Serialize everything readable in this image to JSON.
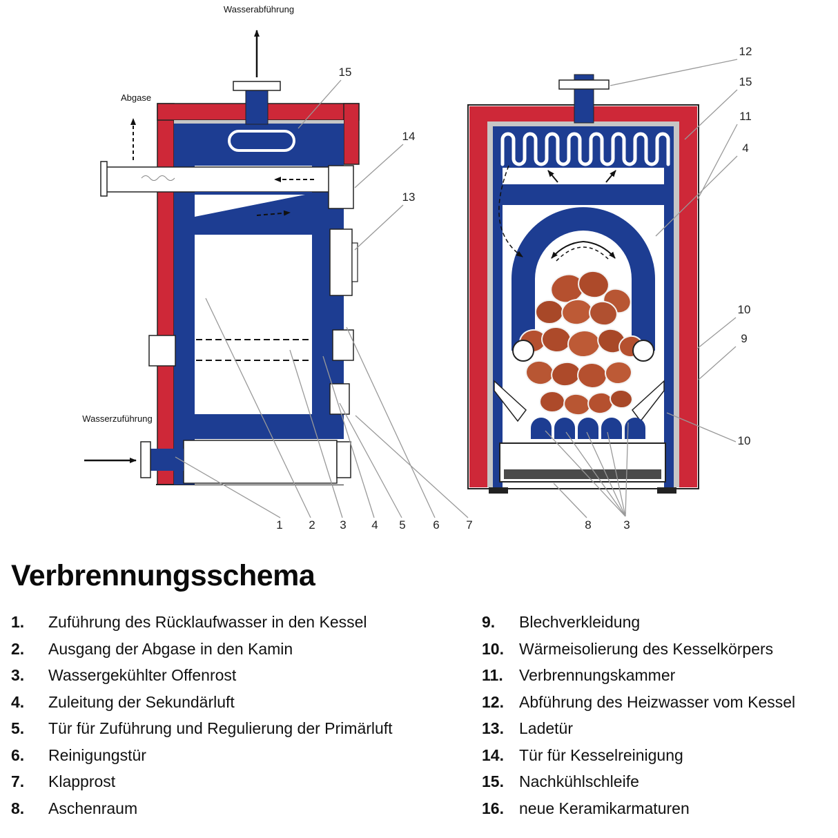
{
  "title": "Verbrennungsschema",
  "colors": {
    "shell_red": "#ce2838",
    "boiler_blue": "#1d3d92",
    "stone_orange": "#b35432",
    "liner_gray": "#c6c6c6",
    "ash_dark": "#4a4a4a",
    "callout_line_gray": "#999999"
  },
  "diagram": {
    "left": {
      "label_water_out": "Wasserabführung",
      "label_flue": "Abgase",
      "label_water_in": "Wasserzuführung",
      "callout_15": "15",
      "callout_14": "14",
      "callout_13": "13",
      "bottom_callouts": [
        "1",
        "2",
        "3",
        "4",
        "5",
        "6",
        "7"
      ]
    },
    "right": {
      "callout_12": "12",
      "callout_15": "15",
      "callout_11": "11",
      "callout_4": "4",
      "callout_10_upper": "10",
      "callout_9": "9",
      "callout_10_lower": "10",
      "callout_8": "8",
      "callout_3": "3"
    }
  },
  "legend": {
    "left": [
      {
        "num": "1.",
        "text": "Zuführung des Rücklaufwasser in den Kessel"
      },
      {
        "num": "2.",
        "text": "Ausgang der Abgase in den Kamin"
      },
      {
        "num": "3.",
        "text": "Wassergekühlter Offenrost"
      },
      {
        "num": "4.",
        "text": "Zuleitung der Sekundärluft"
      },
      {
        "num": "5.",
        "text": "Tür für Zuführung und Regulierung der Primärluft"
      },
      {
        "num": "6.",
        "text": "Reinigungstür"
      },
      {
        "num": "7.",
        "text": "Klapprost"
      },
      {
        "num": "8.",
        "text": "Aschenraum"
      }
    ],
    "right": [
      {
        "num": "9.",
        "text": "Blechverkleidung"
      },
      {
        "num": "10.",
        "text": "Wärmeisolierung des Kesselkörpers"
      },
      {
        "num": "11.",
        "text": "Verbrennungskammer"
      },
      {
        "num": "12.",
        "text": "Abführung des Heizwasser vom Kessel"
      },
      {
        "num": "13.",
        "text": "Ladetür"
      },
      {
        "num": "14.",
        "text": "Tür für Kesselreinigung"
      },
      {
        "num": "15.",
        "text": "Nachkühlschleife"
      },
      {
        "num": "16.",
        "text": "neue Keramikarmaturen"
      }
    ]
  }
}
